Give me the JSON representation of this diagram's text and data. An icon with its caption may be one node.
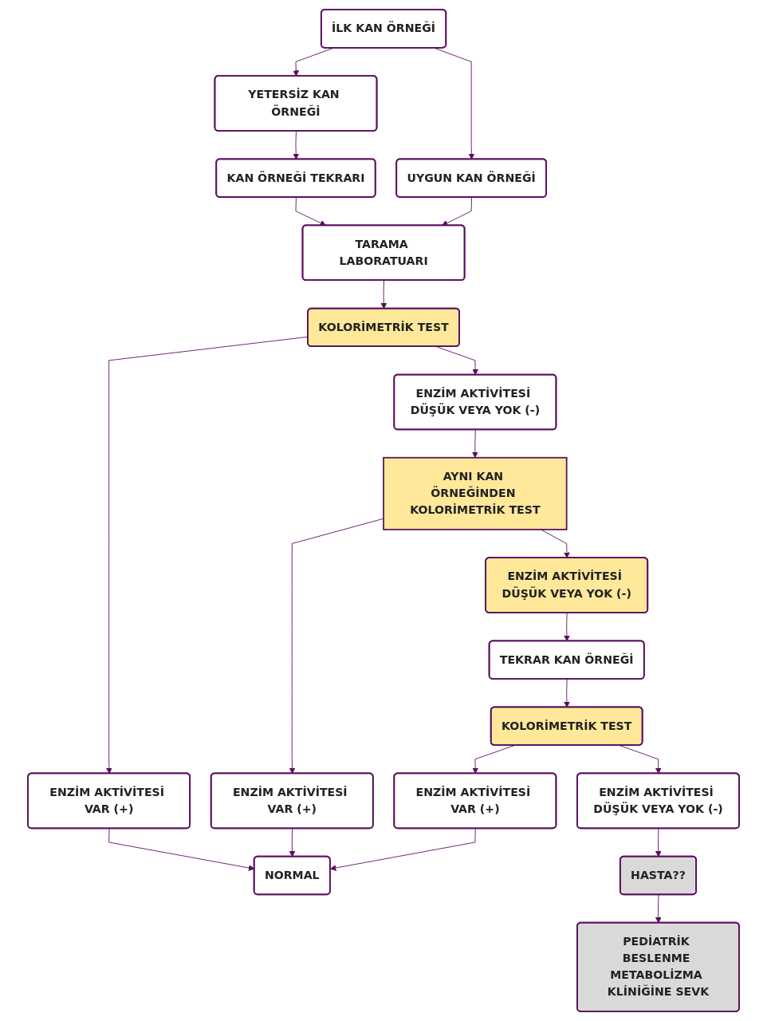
{
  "diagram": {
    "nodes": [
      {
        "text": [
          "İLK KAN ÖRNEĞİ"
        ]
      },
      {
        "text": [
          "YETERSİZ KAN ÖRNEĞİ"
        ]
      },
      {
        "text": [
          "UYGUN KAN ÖRNEĞİ"
        ]
      },
      {
        "text": [
          "KAN ÖRNEĞİ TEKRARI"
        ]
      },
      {
        "text": [
          "TARAMA LABORATUARI"
        ]
      },
      {
        "text": [
          "KOLORİMETRİK TEST"
        ]
      },
      {
        "text": [
          "ENZİM AKTİVİTESİ VAR (+)"
        ]
      },
      {
        "text": [
          "ENZİM AKTİVİTESİ DÜŞÜK VEYA YOK (-)"
        ]
      },
      {
        "text": [
          "AYNI KAN ÖRNEĞİNDEN KOLORİMETRİK TEST"
        ]
      },
      {
        "text": [
          "ENZİM AKTİVİTESİ VAR (+)"
        ]
      },
      {
        "text": [
          "ENZİM AKTİVİTESİ DÜŞÜK VEYA YOK (-)"
        ]
      },
      {
        "text": [
          "NORMAL"
        ]
      },
      {
        "text": [
          "TEKRAR KAN ÖRNEĞİ"
        ]
      },
      {
        "text": [
          "KOLORİMETRİK TEST"
        ]
      },
      {
        "text": [
          "ENZİM AKTİVİTESİ VAR (+)"
        ]
      },
      {
        "text": [
          "ENZİM AKTİVİTESİ DÜŞÜK VEYA YOK (-)"
        ]
      },
      {
        "text": [
          "HASTA??"
        ]
      },
      {
        "text": [
          "PEDİATRİK BESLENME METABOLİZMA KLİNİĞİNE SEVK"
        ]
      }
    ],
    "edges": [
      {
        "from": 0,
        "to": 1,
        "arrow": "to"
      },
      {
        "from": 0,
        "to": 2,
        "arrow": "to"
      },
      {
        "from": 1,
        "to": 3,
        "arrow": "to"
      },
      {
        "from": 3,
        "to": 4,
        "arrow": "to"
      },
      {
        "from": 2,
        "to": 4,
        "arrow": "to"
      },
      {
        "from": 4,
        "to": 5,
        "arrow": "to"
      },
      {
        "from": 5,
        "to": 6,
        "arrow": "to"
      },
      {
        "from": 5,
        "to": 7,
        "arrow": "to"
      },
      {
        "from": 7,
        "to": 8,
        "arrow": "to"
      },
      {
        "from": 8,
        "to": 9,
        "arrow": "to"
      },
      {
        "from": 8,
        "to": 10,
        "arrow": "to"
      },
      {
        "from": 6,
        "to": 11,
        "arrow": "to"
      },
      {
        "from": 9,
        "to": 11,
        "arrow": "to"
      },
      {
        "from": 10,
        "to": 12,
        "arrow": "to"
      },
      {
        "from": 12,
        "to": 13,
        "arrow": "to"
      },
      {
        "from": 13,
        "to": 14,
        "arrow": "to"
      },
      {
        "from": 13,
        "to": 15,
        "arrow": "to"
      },
      {
        "from": 14,
        "to": 11,
        "arrow": "to"
      },
      {
        "from": 15,
        "to": 16,
        "arrow": "to"
      },
      {
        "from": 16,
        "to": 17,
        "arrow": "to"
      }
    ]
  }
}
